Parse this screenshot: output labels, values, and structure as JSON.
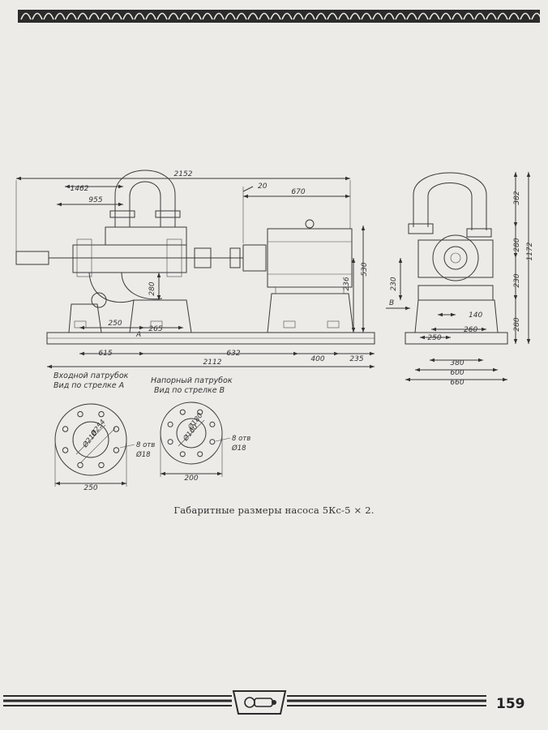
{
  "figure": {
    "caption": "Габаритные размеры насоса 5Кс-5 × 2.",
    "side_view_dimensions": {
      "overall_top": "2152",
      "left_top": "1462",
      "inner_top": "955",
      "coupling_gap": "20",
      "motor_span": "670",
      "motor_height_outer": "530",
      "motor_height_inner": "236",
      "flange_height": "280",
      "base_left": "250",
      "base_mid": "265",
      "bottom_left": "615",
      "bottom_mid": "632",
      "bottom_right": "400",
      "bottom_end": "235",
      "overall_bottom": "2112"
    },
    "end_view_dimensions": {
      "top": "382",
      "upper": "280",
      "total": "1172",
      "middle": "230",
      "lower": "280",
      "left_height": "230",
      "w1": "140",
      "w2": "260",
      "w3": "250",
      "base1": "380",
      "base2": "600",
      "base3": "660"
    },
    "arrow_labels": {
      "a": "A",
      "b": "B"
    },
    "inlet_flange": {
      "title_line1": "Входной патрубок",
      "title_line2": "Вид по стрелке А",
      "d_outer": "Ø254",
      "d_inner": "Ø210",
      "holes_line1": "8 отв",
      "holes_line2": "Ø18",
      "width": "250"
    },
    "outlet_flange": {
      "title_line1": "Напорный патрубок",
      "title_line2": "Вид по стрелке В",
      "d_outer": "Ø180",
      "d_inner": "Ø160",
      "holes_line1": "8 отв",
      "holes_line2": "Ø18",
      "width": "200"
    }
  },
  "page_number": "159"
}
